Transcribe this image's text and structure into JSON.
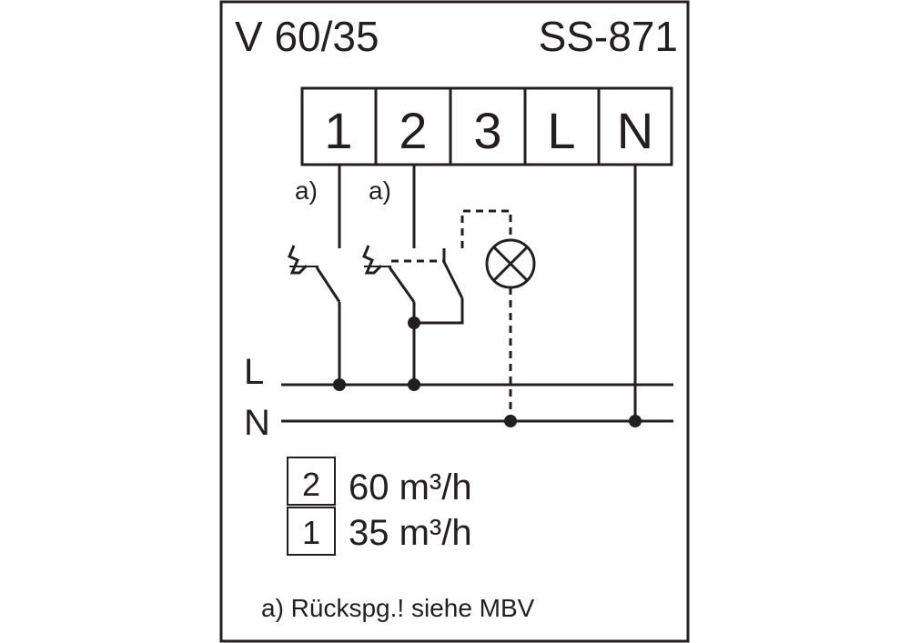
{
  "header": {
    "model": "V 60/35",
    "code": "SS-871"
  },
  "terminals": [
    "1",
    "2",
    "3",
    "L",
    "N"
  ],
  "note_marks": {
    "terminal1": "a)",
    "terminal2": "a)"
  },
  "bus_labels": {
    "line": "L",
    "neutral": "N"
  },
  "legend": [
    {
      "box": "2",
      "text": "60 m³/h"
    },
    {
      "box": "1",
      "text": "35 m³/h"
    }
  ],
  "footnote": "a) Rückspg.! siehe MBV",
  "colors": {
    "ink": "#231f20",
    "background": "#ffffff"
  }
}
